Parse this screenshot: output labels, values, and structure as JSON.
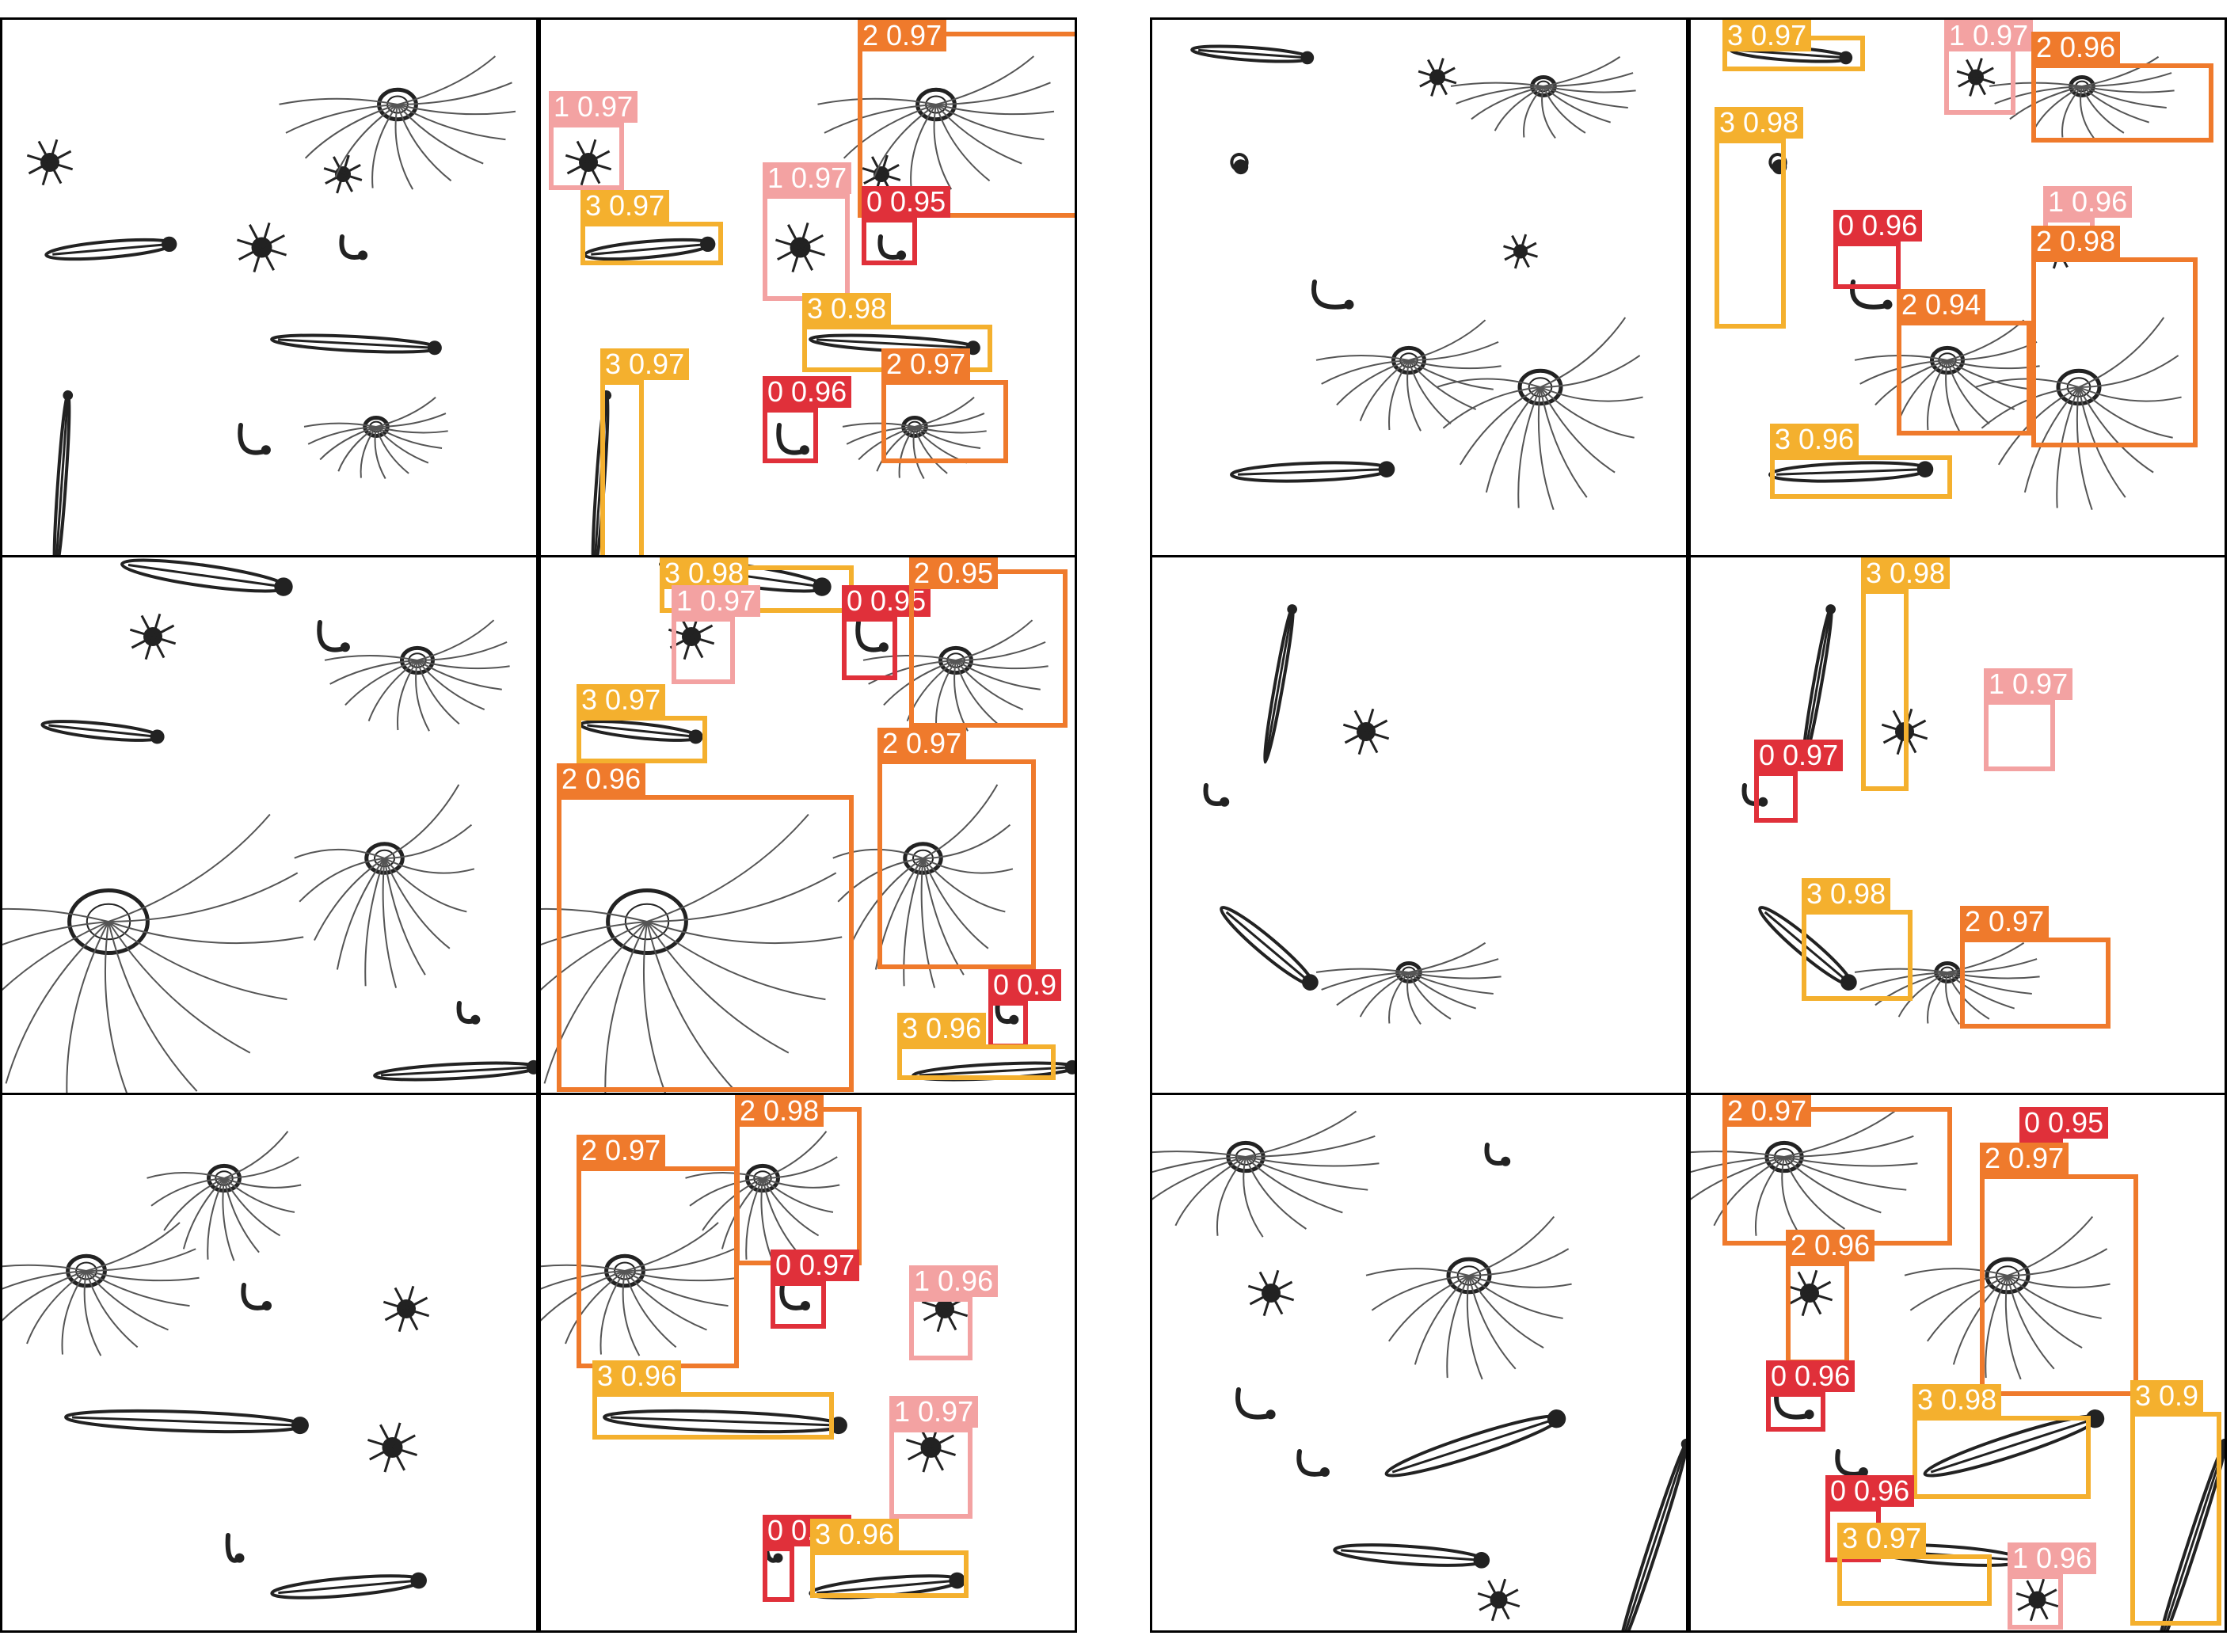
{
  "colors": {
    "class_0": "#e0303a",
    "class_1": "#f3a2a2",
    "class_2": "#ef7a2c",
    "class_3": "#f4b02e",
    "organism": "#222222"
  },
  "detection_panels": [
    {
      "labels": [
        "1 0.97",
        "2 0.97",
        "3 0.97",
        "1 0.97",
        "0 0.95",
        "3 0.98",
        "3 0.97",
        "0 0.96",
        "2 0.97"
      ]
    },
    {
      "labels": [
        "3 0.97",
        "1 0.97",
        "2 0.96",
        "3 0.98",
        "1 0.96",
        "0 0.96",
        "2 0.98",
        "2 0.94",
        "3 0.96"
      ]
    },
    {
      "labels": [
        "3 0.98",
        "1 0.97",
        "0 0.95",
        "2 0.95",
        "3 0.97",
        "2 0.96",
        "2 0.97",
        "0 0.9",
        "3 0.96"
      ]
    },
    {
      "labels": [
        "3 0.98",
        "1 0.97",
        "0 0.97",
        "3 0.98",
        "2 0.97"
      ]
    },
    {
      "labels": [
        "2 0.97",
        "2 0.98",
        "0 0.97",
        "1 0.96",
        "3 0.96",
        "1 0.97",
        "0 0.96",
        "3 0.96"
      ]
    },
    {
      "labels": [
        "2 0.97",
        "0 0.95",
        "2 0.97",
        "2 0.96",
        "0 0.96",
        "3 0.98",
        "3 0.9",
        "0 0.96",
        "3 0.97",
        "1 0.96"
      ]
    }
  ]
}
